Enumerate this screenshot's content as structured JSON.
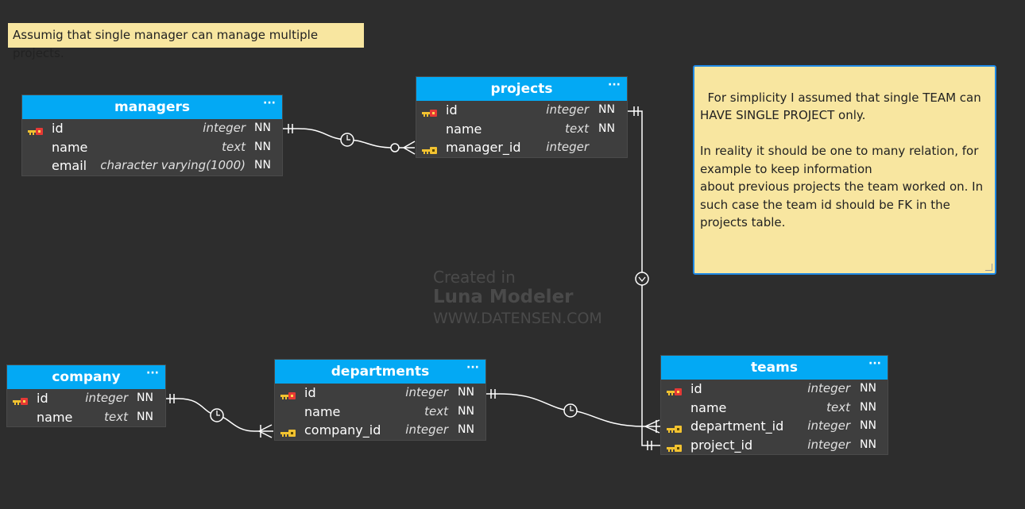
{
  "notes": {
    "top": "Assumig that single manager can manage multiple projects.",
    "right": "For simplicity I assumed that single TEAM can HAVE SINGLE PROJECT only.\n\nIn reality it should be one to many relation, for example to keep information\nabout previous projects the team worked on. In such case the team id should be FK in the projects table."
  },
  "watermark": {
    "line1": "Created in",
    "line2": "Luna Modeler",
    "line3": "WWW.DATENSEN.COM"
  },
  "tables": {
    "managers": {
      "name": "managers",
      "menu": "···",
      "columns": [
        {
          "name": "id",
          "type": "integer",
          "nn": "NN",
          "key": "pk"
        },
        {
          "name": "name",
          "type": "text",
          "nn": "NN",
          "key": ""
        },
        {
          "name": "email",
          "type": "character varying(1000)",
          "nn": "NN",
          "key": ""
        }
      ]
    },
    "projects": {
      "name": "projects",
      "menu": "···",
      "columns": [
        {
          "name": "id",
          "type": "integer",
          "nn": "NN",
          "key": "pk"
        },
        {
          "name": "name",
          "type": "text",
          "nn": "NN",
          "key": ""
        },
        {
          "name": "manager_id",
          "type": "integer",
          "nn": "",
          "key": "fk"
        }
      ]
    },
    "company": {
      "name": "company",
      "menu": "···",
      "columns": [
        {
          "name": "id",
          "type": "integer",
          "nn": "NN",
          "key": "pk"
        },
        {
          "name": "name",
          "type": "text",
          "nn": "NN",
          "key": ""
        }
      ]
    },
    "departments": {
      "name": "departments",
      "menu": "···",
      "columns": [
        {
          "name": "id",
          "type": "integer",
          "nn": "NN",
          "key": "pk"
        },
        {
          "name": "name",
          "type": "text",
          "nn": "NN",
          "key": ""
        },
        {
          "name": "company_id",
          "type": "integer",
          "nn": "NN",
          "key": "fk"
        }
      ]
    },
    "teams": {
      "name": "teams",
      "menu": "···",
      "columns": [
        {
          "name": "id",
          "type": "integer",
          "nn": "NN",
          "key": "pk"
        },
        {
          "name": "name",
          "type": "text",
          "nn": "NN",
          "key": ""
        },
        {
          "name": "department_id",
          "type": "integer",
          "nn": "NN",
          "key": "fk"
        },
        {
          "name": "project_id",
          "type": "integer",
          "nn": "NN",
          "key": "fk"
        }
      ]
    }
  },
  "colors": {
    "header": "#03a9f4",
    "body": "#3e3e3e",
    "note": "#f8e6a0",
    "canvas": "#2d2d2d"
  },
  "icons": {
    "pk": "primary-key-icon",
    "fk": "foreign-key-icon"
  }
}
